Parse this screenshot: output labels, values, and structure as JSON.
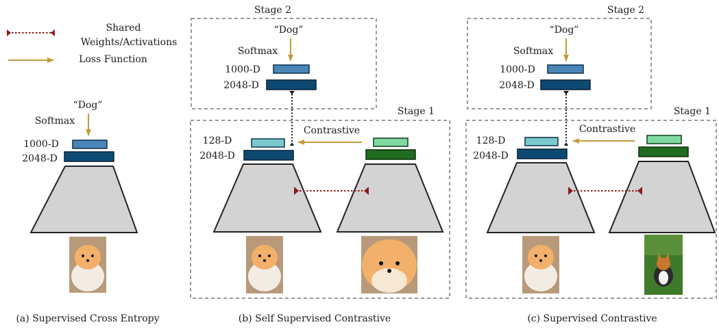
{
  "legend": {
    "shared": [
      "Shared",
      "Weights/Activations"
    ],
    "loss": "Loss Function"
  },
  "labels": {
    "dog": "“Dog”",
    "softmax": "Softmax",
    "d1000": "1000-D",
    "d2048": "2048-D",
    "d128": "128-D",
    "contrastive": "Contrastive",
    "stage1": "Stage 1",
    "stage2": "Stage 2"
  },
  "captions": {
    "a": "(a) Supervised Cross Entropy",
    "b": "(b) Self Supervised Contrastive",
    "c": "(c) Supervised Contrastive"
  },
  "images": {
    "a": "pomeranian-photo",
    "b_left": "pomeranian-photo",
    "b_right": "pomeranian-crop-photo",
    "c_left": "pomeranian-photo",
    "c_right": "corgi-photo"
  },
  "colors": {
    "loss_arrow": "#c49a3a",
    "shared_line": "#8b1a1a",
    "encoder": "#d3d3d3",
    "embed_2048": "#0d4a73",
    "embed_1000": "#4a86b8",
    "proj_128": "#78c8cc",
    "proj_green_light": "#7fd9a0",
    "proj_green_dark": "#1f6b1f",
    "stage_border": "#999999"
  }
}
